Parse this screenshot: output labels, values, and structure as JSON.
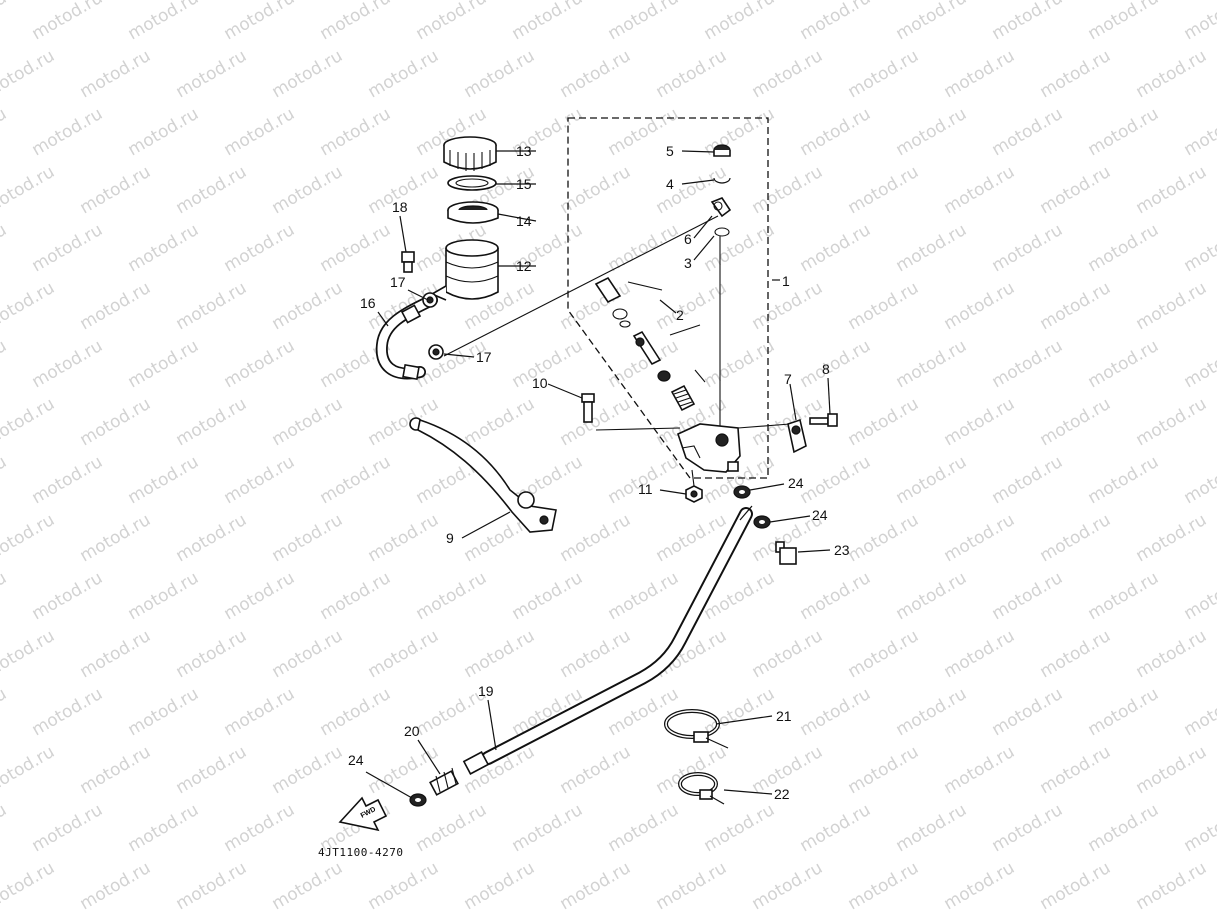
{
  "diagram": {
    "drawing_code": "4JT1100-4270",
    "watermark_text": "motod.ru",
    "fwd_label": "FWD",
    "callouts": [
      {
        "id": "c1",
        "text": "1"
      },
      {
        "id": "c2",
        "text": "2"
      },
      {
        "id": "c3",
        "text": "3"
      },
      {
        "id": "c4",
        "text": "4"
      },
      {
        "id": "c5",
        "text": "5"
      },
      {
        "id": "c6",
        "text": "6"
      },
      {
        "id": "c7",
        "text": "7"
      },
      {
        "id": "c8",
        "text": "8"
      },
      {
        "id": "c9",
        "text": "9"
      },
      {
        "id": "c10",
        "text": "10"
      },
      {
        "id": "c11",
        "text": "11"
      },
      {
        "id": "c12",
        "text": "12"
      },
      {
        "id": "c13",
        "text": "13"
      },
      {
        "id": "c14",
        "text": "14"
      },
      {
        "id": "c15",
        "text": "15"
      },
      {
        "id": "c16",
        "text": "16"
      },
      {
        "id": "c17a",
        "text": "17"
      },
      {
        "id": "c17b",
        "text": "17"
      },
      {
        "id": "c18",
        "text": "18"
      },
      {
        "id": "c19",
        "text": "19"
      },
      {
        "id": "c20",
        "text": "20"
      },
      {
        "id": "c21",
        "text": "21"
      },
      {
        "id": "c22",
        "text": "22"
      },
      {
        "id": "c23",
        "text": "23"
      },
      {
        "id": "c24a",
        "text": "24"
      },
      {
        "id": "c24b",
        "text": "24"
      },
      {
        "id": "c24c",
        "text": "24"
      }
    ]
  }
}
